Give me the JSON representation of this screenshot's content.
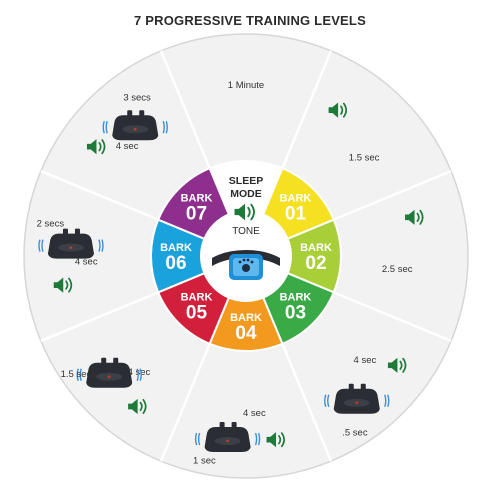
{
  "title": "7 PROGRESSIVE TRAINING LEVELS",
  "center": {
    "label": "TONE"
  },
  "inner_segments": [
    {
      "line1": "SLEEP",
      "line2": "MODE",
      "color": "#ffffff",
      "text_color": "#2b2b2b"
    },
    {
      "line1": "BARK",
      "line2": "01",
      "color": "#f5e021",
      "text_color": "#ffffff"
    },
    {
      "line1": "BARK",
      "line2": "02",
      "color": "#a9cf38",
      "text_color": "#ffffff"
    },
    {
      "line1": "BARK",
      "line2": "03",
      "color": "#3aaa46",
      "text_color": "#ffffff"
    },
    {
      "line1": "BARK",
      "line2": "04",
      "color": "#f39a1e",
      "text_color": "#ffffff"
    },
    {
      "line1": "BARK",
      "line2": "05",
      "color": "#d21f3c",
      "text_color": "#ffffff"
    },
    {
      "line1": "BARK",
      "line2": "06",
      "color": "#1aa2dc",
      "text_color": "#ffffff"
    },
    {
      "line1": "BARK",
      "line2": "07",
      "color": "#8e2f8e",
      "text_color": "#ffffff"
    }
  ],
  "outer_segments": [
    {
      "tone": "",
      "vibration": "1 Minute",
      "has_collar": false,
      "has_sound": false
    },
    {
      "tone": "",
      "vibration": "1.5 sec",
      "has_collar": false,
      "has_sound": true
    },
    {
      "tone": "",
      "vibration": "2.5 sec",
      "has_collar": false,
      "has_sound": true
    },
    {
      "tone": "4 sec",
      "vibration": ".5 sec",
      "has_collar": true,
      "has_sound": true
    },
    {
      "tone": "4 sec",
      "vibration": "1 sec",
      "has_collar": true,
      "has_sound": true
    },
    {
      "tone": "4 sec",
      "vibration": "1.5 secs",
      "has_collar": true,
      "has_sound": true
    },
    {
      "tone": "4 sec",
      "vibration": "2 secs",
      "has_collar": true,
      "has_sound": true
    },
    {
      "tone": "4 sec",
      "vibration": "3 secs",
      "has_collar": true,
      "has_sound": true
    }
  ],
  "colors": {
    "outer_ring": "#f2f2f2",
    "outer_border": "#d6d6d6",
    "sound_icon": "#1f7a3a",
    "collar_body": "#2a2d33",
    "collar_accent": "#1f8fd6",
    "vibration_marks": "#3a8fd6"
  },
  "icons": {
    "sound": "speaker-sound-icon",
    "collar": "bark-collar-icon",
    "vibration": "vibration-waves-icon"
  }
}
